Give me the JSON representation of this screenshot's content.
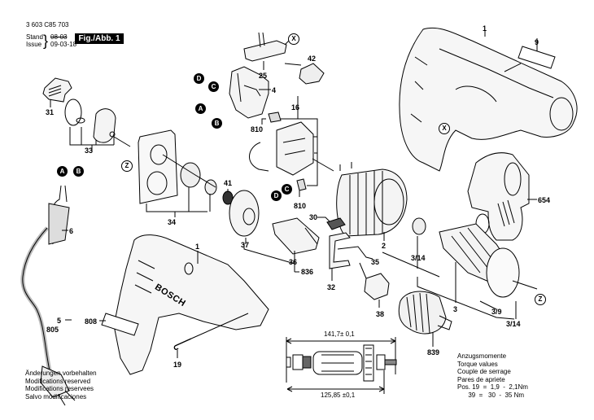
{
  "header": {
    "part_number": "3 603 C85 703",
    "stand_label": "Stand",
    "issue_label": "Issue",
    "stand_value": "08-03",
    "issue_date": "09-03-18",
    "figure_label": "Fig./Abb. 1"
  },
  "footer_notes": [
    "Änderungen vorbehalten",
    "Modifications reserved",
    "Modifications reservees",
    "Salvo modificaciones"
  ],
  "torque": {
    "lines": [
      "Anzugsmomente",
      "Torque values",
      "Couple de serrage",
      "Pares de apriete",
      "Pos. 19  =  1,9  -  2,1Nm",
      "      39  =   30  -  35 Nm"
    ]
  },
  "dimensions": {
    "overall_length": "141,7± 0,1",
    "armature_length": "125,85 ±0,1"
  },
  "brand_text": "BOSCH",
  "connection_markers": [
    "A",
    "B",
    "C",
    "D",
    "X",
    "Z"
  ],
  "part_labels": {
    "p1_top": "1",
    "p9": "9",
    "p42": "42",
    "p25": "25",
    "p4": "4",
    "p31": "31",
    "p33": "33",
    "p16": "16",
    "p810a": "810",
    "p810b": "810",
    "p41": "41",
    "p34": "34",
    "p654": "654",
    "p6": "6",
    "p30": "30",
    "p2": "2",
    "p3_14a": "3/14",
    "p37": "37",
    "p1_bottom": "1",
    "p36": "36",
    "p836": "836",
    "p35": "35",
    "p32": "32",
    "p3": "3",
    "p3_9": "3/9",
    "p3_14b": "3/14",
    "p38": "38",
    "p5": "5",
    "p805": "805",
    "p808": "808",
    "p19": "19",
    "p839": "839"
  }
}
